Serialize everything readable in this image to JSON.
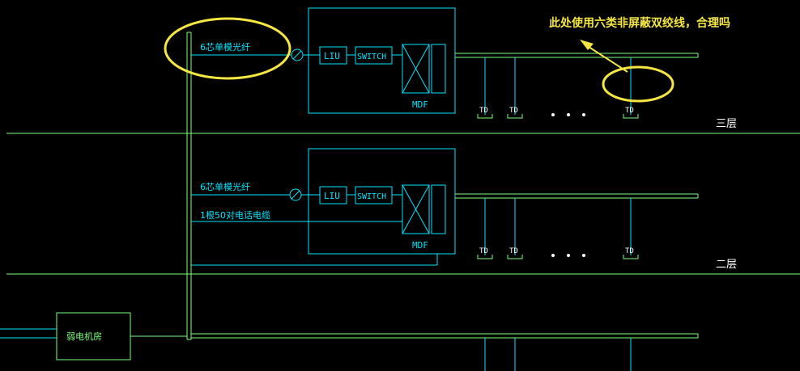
{
  "annotation": {
    "question": "此处使用六类非屏蔽双绞线，合理吗"
  },
  "floors": {
    "upper_label": "三层",
    "lower_label": "二层"
  },
  "upper_cabinet": {
    "fiber_label": "6芯单模光纤",
    "liu": "LIU",
    "switch": "SWITCH",
    "mdf": "MDF",
    "td1": "TD",
    "td2": "TD",
    "td3": "TD"
  },
  "lower_cabinet": {
    "fiber_label": "6芯单模光纤",
    "cable_label": "1根50对电话电缆",
    "liu": "LIU",
    "switch": "SWITCH",
    "mdf": "MDF",
    "td1": "TD",
    "td2": "TD",
    "td3": "TD"
  },
  "equipment_room": {
    "label": "弱电机房"
  },
  "colors": {
    "background": "#000000",
    "cyan": "#00e5ff",
    "green": "#7cff7c",
    "yellow": "#f5e642",
    "white": "#ffffff"
  }
}
